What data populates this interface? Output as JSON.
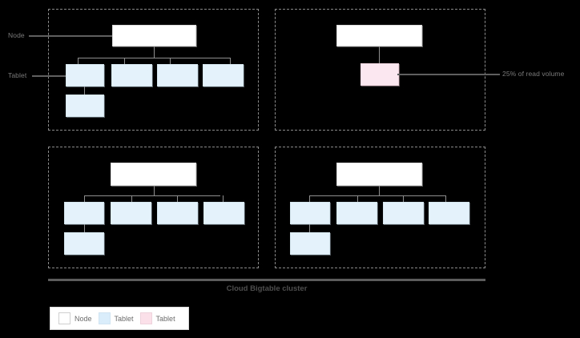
{
  "diagram": {
    "caption": "Cloud Bigtable cluster",
    "labels": {
      "node": "Node",
      "tablet": "Tablet",
      "hotspot": "25% of read volume"
    },
    "legend": {
      "items": [
        {
          "label": "Node",
          "swatch": "white",
          "color": "#ffffff"
        },
        {
          "label": "Tablet",
          "swatch": "light-blue",
          "color": "#d9edfb"
        },
        {
          "label": "Tablet",
          "swatch": "light-pink",
          "color": "#fbe0ea"
        }
      ]
    },
    "nodes": [
      {
        "id": "node-1",
        "position": "top-left",
        "kind": "node",
        "tablets": [
          {
            "id": "t1-1",
            "kind": "tablet"
          },
          {
            "id": "t1-2",
            "kind": "tablet"
          },
          {
            "id": "t1-3",
            "kind": "tablet"
          },
          {
            "id": "t1-4",
            "kind": "tablet"
          },
          {
            "id": "t1-5",
            "kind": "tablet"
          }
        ]
      },
      {
        "id": "node-2",
        "position": "top-right",
        "kind": "node",
        "tablets": [
          {
            "id": "t2-1",
            "kind": "tablet-hot",
            "annotation": "25% of read volume"
          }
        ]
      },
      {
        "id": "node-3",
        "position": "bottom-left",
        "kind": "node",
        "tablets": [
          {
            "id": "t3-1",
            "kind": "tablet"
          },
          {
            "id": "t3-2",
            "kind": "tablet"
          },
          {
            "id": "t3-3",
            "kind": "tablet"
          },
          {
            "id": "t3-4",
            "kind": "tablet"
          },
          {
            "id": "t3-5",
            "kind": "tablet"
          }
        ]
      },
      {
        "id": "node-4",
        "position": "bottom-right",
        "kind": "node",
        "tablets": [
          {
            "id": "t4-1",
            "kind": "tablet"
          },
          {
            "id": "t4-2",
            "kind": "tablet"
          },
          {
            "id": "t4-3",
            "kind": "tablet"
          },
          {
            "id": "t4-4",
            "kind": "tablet"
          },
          {
            "id": "t4-5",
            "kind": "tablet"
          }
        ]
      }
    ],
    "colors": {
      "background": "#000000",
      "node_fill": "#ffffff",
      "tablet_fill": "#e3f2fb",
      "hot_tablet_fill": "#fbe7ef",
      "group_border": "#8a8a8a",
      "connector": "#8f8f8f",
      "text": "#7a7a7a"
    }
  }
}
